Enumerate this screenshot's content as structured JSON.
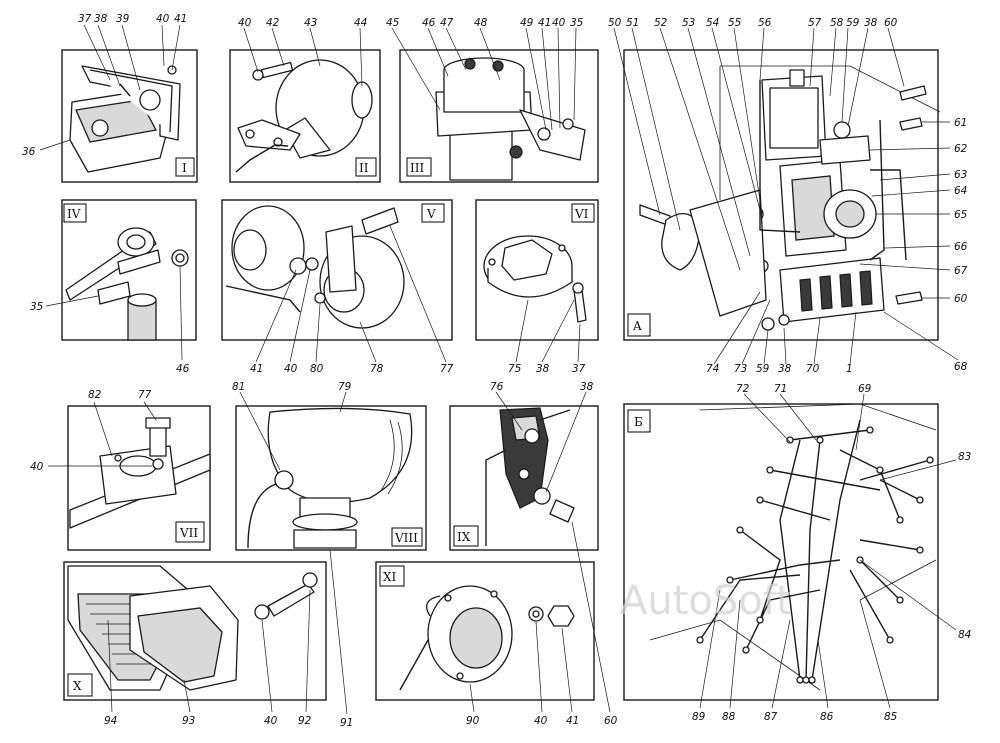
{
  "watermark": "AutoSoft",
  "panels": [
    {
      "id": "I",
      "label": "I"
    },
    {
      "id": "II",
      "label": "II"
    },
    {
      "id": "III",
      "label": "III"
    },
    {
      "id": "IV",
      "label": "IV"
    },
    {
      "id": "V",
      "label": "V"
    },
    {
      "id": "VI",
      "label": "VI"
    },
    {
      "id": "A",
      "label": "A"
    },
    {
      "id": "VII",
      "label": "VII"
    },
    {
      "id": "VIII",
      "label": "VIII"
    },
    {
      "id": "IX",
      "label": "IX"
    },
    {
      "id": "B",
      "label": "Б"
    },
    {
      "id": "X",
      "label": "X"
    },
    {
      "id": "XI",
      "label": "XI"
    }
  ],
  "callouts": {
    "p1": [
      "37",
      "38",
      "39",
      "40",
      "41",
      "36"
    ],
    "p2": [
      "40",
      "42",
      "43",
      "44"
    ],
    "p3": [
      "45",
      "46",
      "47",
      "48",
      "49",
      "41",
      "40",
      "35"
    ],
    "p4": [
      "35",
      "46"
    ],
    "p5": [
      "41",
      "40",
      "80",
      "78",
      "77"
    ],
    "p6": [
      "75",
      "38",
      "37"
    ],
    "pA": [
      "50",
      "51",
      "52",
      "53",
      "54",
      "55",
      "56",
      "57",
      "58",
      "59",
      "38",
      "60",
      "61",
      "62",
      "63",
      "64",
      "65",
      "66",
      "67",
      "60",
      "68",
      "1",
      "70",
      "38",
      "59",
      "73",
      "74"
    ],
    "p7": [
      "82",
      "77",
      "40"
    ],
    "p8": [
      "81",
      "79",
      "91"
    ],
    "p9": [
      "76",
      "38",
      "60"
    ],
    "pB": [
      "72",
      "71",
      "69",
      "83",
      "84",
      "85",
      "86",
      "87",
      "88",
      "89"
    ],
    "p10": [
      "94",
      "93",
      "40",
      "92"
    ],
    "p11": [
      "90",
      "40",
      "41"
    ]
  }
}
